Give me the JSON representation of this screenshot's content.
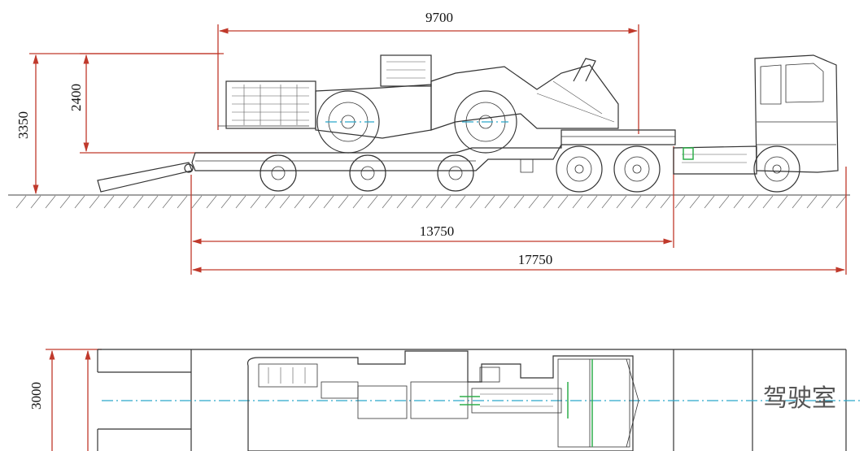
{
  "dimensions": {
    "top_length": "9700",
    "platform_length": "13750",
    "total_length": "17750",
    "overall_height": "3350",
    "load_height": "2400",
    "width": "3000"
  },
  "labels": {
    "cab": "驾驶室"
  },
  "colors": {
    "dimension_line": "#c0392b",
    "center_axis": "#2aa6c9",
    "linework": "#333333"
  }
}
